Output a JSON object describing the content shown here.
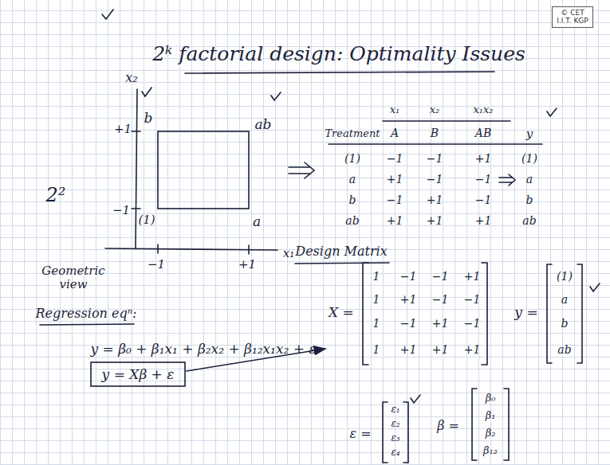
{
  "diagram": {
    "title": "2ᵏ factorial design: Optimality Issues",
    "nodes": [
      {
        "text": [
          "© CET I.I.T. KGP"
        ]
      }
    ],
    "labels": [
      "x₂",
      "+1",
      "−1",
      "b",
      "ab",
      "(1)",
      "a",
      "−1",
      "+1",
      "x₁",
      "2²",
      "Geometric view",
      "x₁",
      "x₂",
      "x₁x₂",
      "Treatment",
      "A",
      "B",
      "AB",
      "y",
      "(1)",
      "−1",
      "−1",
      "+1",
      "(1)",
      "a",
      "+1",
      "−1",
      "−1",
      "a",
      "b",
      "−1",
      "+1",
      "−1",
      "b",
      "ab",
      "+1",
      "+1",
      "+1",
      "ab",
      "Design Matrix",
      "Regression eqⁿ:",
      "y = β₀ + β₁x₁ + β₂x₂ + β₁₂x₁x₂ + ε",
      "y = Xβ + ε",
      "X =",
      "1",
      "−1",
      "−1",
      "+1",
      "1",
      "+1",
      "−1",
      "−1",
      "1",
      "−1",
      "+1",
      "−1",
      "1",
      "+1",
      "+1",
      "+1",
      "y =",
      "(1)",
      "a",
      "b",
      "ab",
      "ε =",
      "ε₁",
      "ε₂",
      "ε₃",
      "ε₄",
      "β =",
      "β₀",
      "β₁",
      "β₂",
      "β₁₂"
    ]
  }
}
